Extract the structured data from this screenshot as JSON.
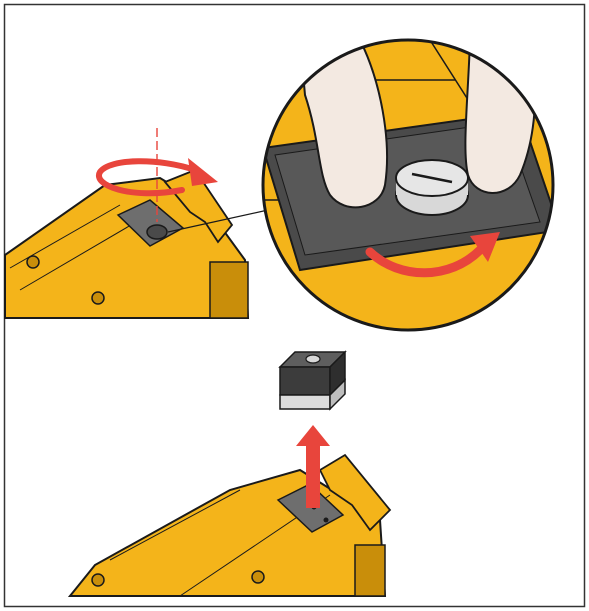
{
  "figure": {
    "panels": [
      {
        "id": "step-1",
        "description_icon": "rotate-knob-counterclockwise"
      },
      {
        "id": "step-2",
        "description_icon": "lift-module-up"
      }
    ],
    "colors": {
      "body_yellow": "#F4B41A",
      "body_dark": "#C98E0A",
      "outline": "#1A1A1A",
      "arrow_red": "#E8453C",
      "skin": "#F3E9E1",
      "module_dark": "#4A4A4A",
      "module_light": "#DCDCDC",
      "slot_gray": "#6E6E6E",
      "frame": "#333333"
    }
  }
}
